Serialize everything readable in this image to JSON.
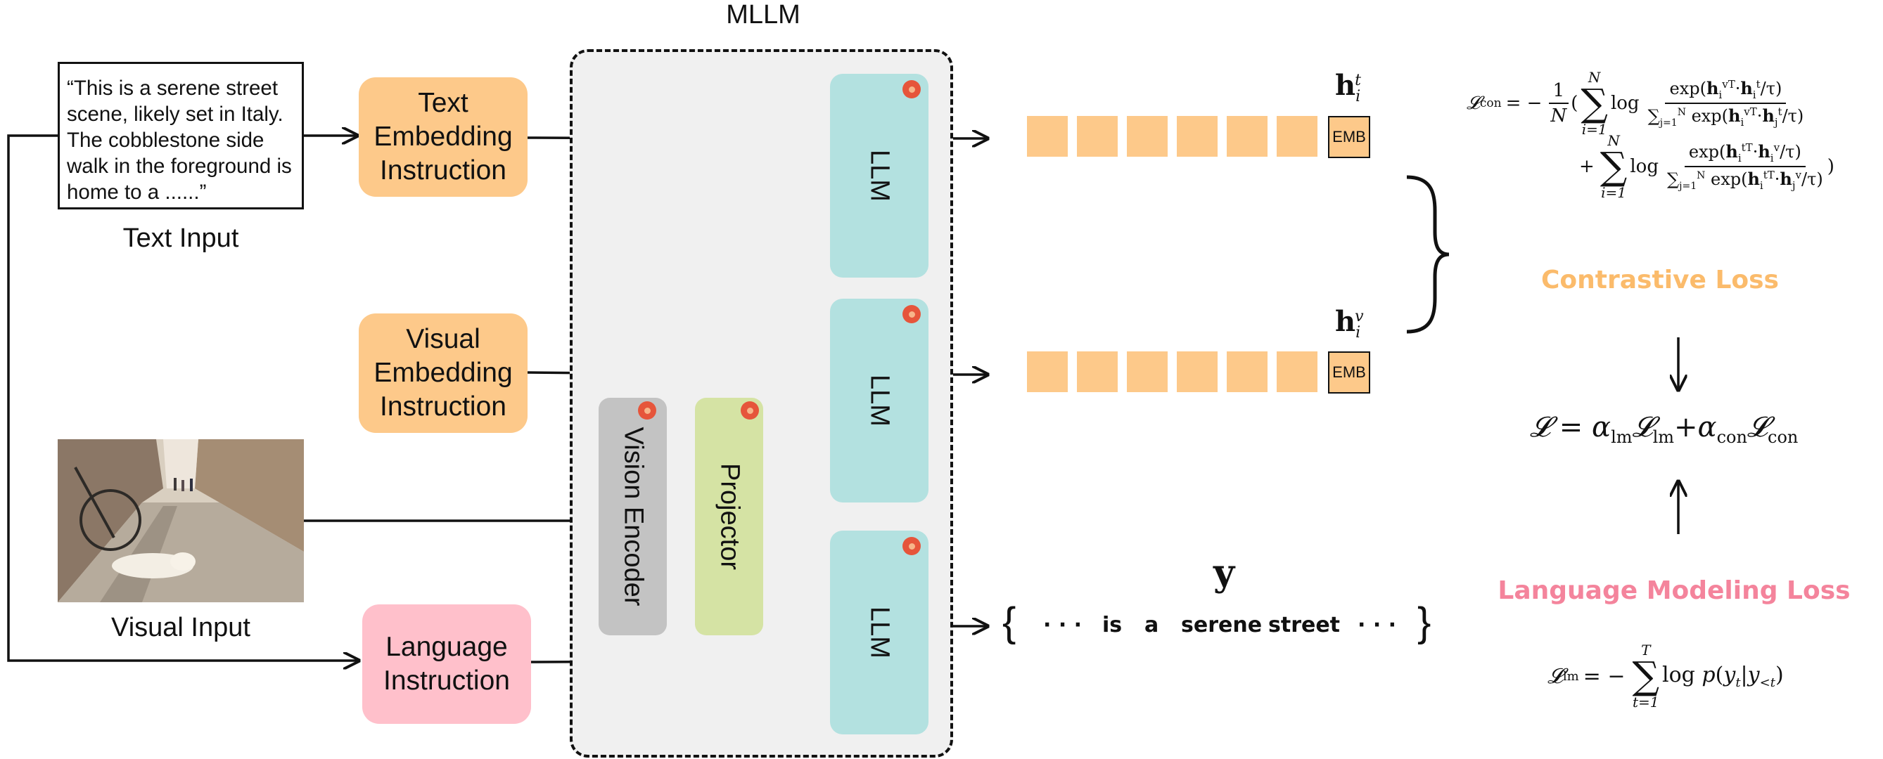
{
  "mllm_title": "MLLM",
  "text_input": {
    "content": "“This is a serene street scene, likely set in Italy. The cobblestone side walk in the foreground is home to a ......”",
    "caption": "Text Input"
  },
  "visual_input": {
    "caption": "Visual Input"
  },
  "instructions": {
    "text_embedding": "Text\nEmbedding\nInstruction",
    "visual_embedding": "Visual\nEmbedding\nInstruction",
    "language": "Language\nInstruction"
  },
  "modules": {
    "llm_label": "LLM",
    "vision_encoder": "Vision Encoder",
    "projector": "Projector"
  },
  "outputs": {
    "emb_tag": "EMB",
    "text_symbol": "h",
    "text_sub": "i",
    "text_sup": "t",
    "visual_symbol": "h",
    "visual_sub": "i",
    "visual_sup": "v",
    "y_symbol": "y",
    "open_brace": "{",
    "close_brace": "}",
    "tokens": [
      "· · ·",
      "is",
      "a",
      "serene",
      "street",
      "· · ·"
    ]
  },
  "losses": {
    "contrastive_label": "Contrastive Loss",
    "lm_label": "Language Modeling Loss",
    "contrastive_color": "#fbbb6b",
    "lm_color": "#f4849c",
    "total_formula": "𝓛 = α_lm 𝓛_lm + α_con 𝓛_con"
  },
  "colors": {
    "orange_pill": "#fdc98a",
    "pink_pill": "#ffc0cb",
    "llm_box": "#b3e1e0",
    "vision_encoder": "#c3c3c3",
    "projector": "#d5e3a4",
    "mllm_bg": "#f0f0f0"
  }
}
